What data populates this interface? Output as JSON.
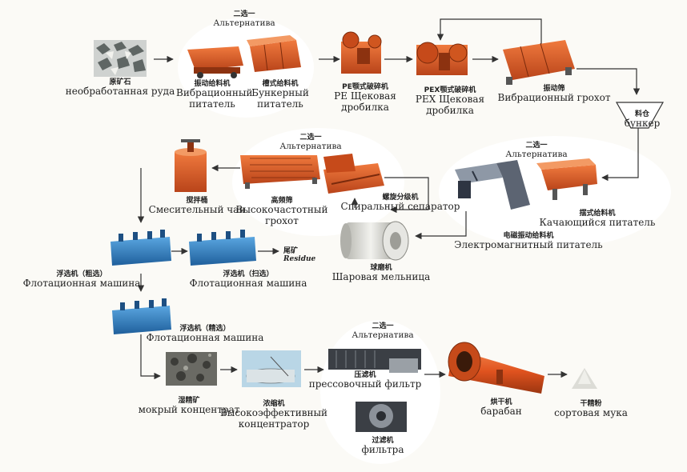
{
  "diagram": {
    "alternative_notes": [
      {
        "id": "alt1",
        "cn": "二选一",
        "ru": "Альтернатива"
      },
      {
        "id": "alt2",
        "cn": "二选一",
        "ru": "Альтернатива"
      },
      {
        "id": "alt3",
        "cn": "二选一",
        "ru": "Альтернатива"
      },
      {
        "id": "alt4",
        "cn": "二选一",
        "ru": "Альтернатива"
      }
    ],
    "nodes": [
      {
        "id": "ore",
        "cn": "原矿石",
        "ru": "необработанная руда"
      },
      {
        "id": "vib_feeder",
        "cn": "振动给料机",
        "ru": "Вибрационный питатель"
      },
      {
        "id": "bunker_feeder",
        "cn": "槽式给料机",
        "ru": "Бункерный питатель"
      },
      {
        "id": "pe_crusher",
        "cn": "PE颚式破碎机",
        "ru": "PE Щековая дробилка"
      },
      {
        "id": "pex_crusher",
        "cn": "PEX颚式破碎机",
        "ru": "PEX Щековая дробилка"
      },
      {
        "id": "vib_screen",
        "cn": "振动筛",
        "ru": "Вибрационный грохот"
      },
      {
        "id": "bin",
        "cn": "料仓",
        "ru": "бункер"
      },
      {
        "id": "swing_feeder",
        "cn": "摆式给料机",
        "ru": "Качающийся питатель"
      },
      {
        "id": "em_feeder",
        "cn": "电磁振动给料机",
        "ru": "Электромагнитный питатель"
      },
      {
        "id": "ball_mill",
        "cn": "球磨机",
        "ru": "Шаровая мельница"
      },
      {
        "id": "spiral",
        "cn": "螺旋分级机",
        "ru": "Спиральный сепаратор"
      },
      {
        "id": "hf_screen",
        "cn": "高频筛",
        "ru": "Высокочастотный грохот"
      },
      {
        "id": "agitator",
        "cn": "搅拌桶",
        "ru": "Смесительный чан"
      },
      {
        "id": "flot_rough",
        "cn": "浮选机（粗选）",
        "ru": "Флотационная машина"
      },
      {
        "id": "flot_scav",
        "cn": "浮选机（扫选）",
        "ru": "Флотационная машина"
      },
      {
        "id": "flot_clean",
        "cn": "浮选机（精选）",
        "ru": "Флотационная машина"
      },
      {
        "id": "wet_conc",
        "cn": "湿精矿",
        "ru": "мокрый концентрат"
      },
      {
        "id": "thickener",
        "cn": "浓缩机",
        "ru": "Высокоэффективный концентратор"
      },
      {
        "id": "press_filter",
        "cn": "压滤机",
        "ru": "прессовочный фильтр"
      },
      {
        "id": "filter",
        "cn": "过滤机",
        "ru": "фильтра"
      },
      {
        "id": "dryer",
        "cn": "烘干机",
        "ru": "барабан"
      },
      {
        "id": "powder",
        "cn": "干精粉",
        "ru": "сортовая мука"
      }
    ],
    "residue": {
      "cn": "尾矿",
      "en": "Residue"
    },
    "colors": {
      "machine_orange": "#e0531f",
      "machine_dark": "#a83a12",
      "flotation_blue": "#2f7fc4",
      "arrow": "#333333",
      "mill_grey": "#d9d9d4"
    }
  }
}
